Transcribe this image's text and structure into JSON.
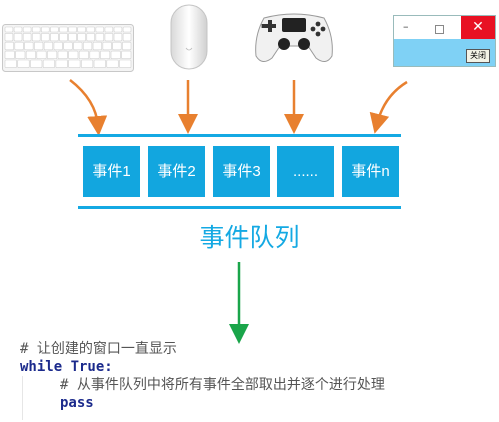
{
  "window": {
    "close_button_label": "关闭",
    "close_glyph": "✕",
    "minimize_glyph": "–"
  },
  "queue": {
    "events": [
      "事件1",
      "事件2",
      "事件3",
      "......",
      "事件n"
    ],
    "label": "事件队列"
  },
  "code": {
    "comment1": "# 让创建的窗口一直显示",
    "while_kw": "while True:",
    "comment2": "# 从事件队列中将所有事件全部取出并逐个进行处理",
    "pass_kw": "pass"
  },
  "colors": {
    "queue_blue": "#14a9e3",
    "arrow_orange": "#e8802f",
    "arrow_green": "#1aa54a",
    "close_red": "#e81123"
  }
}
